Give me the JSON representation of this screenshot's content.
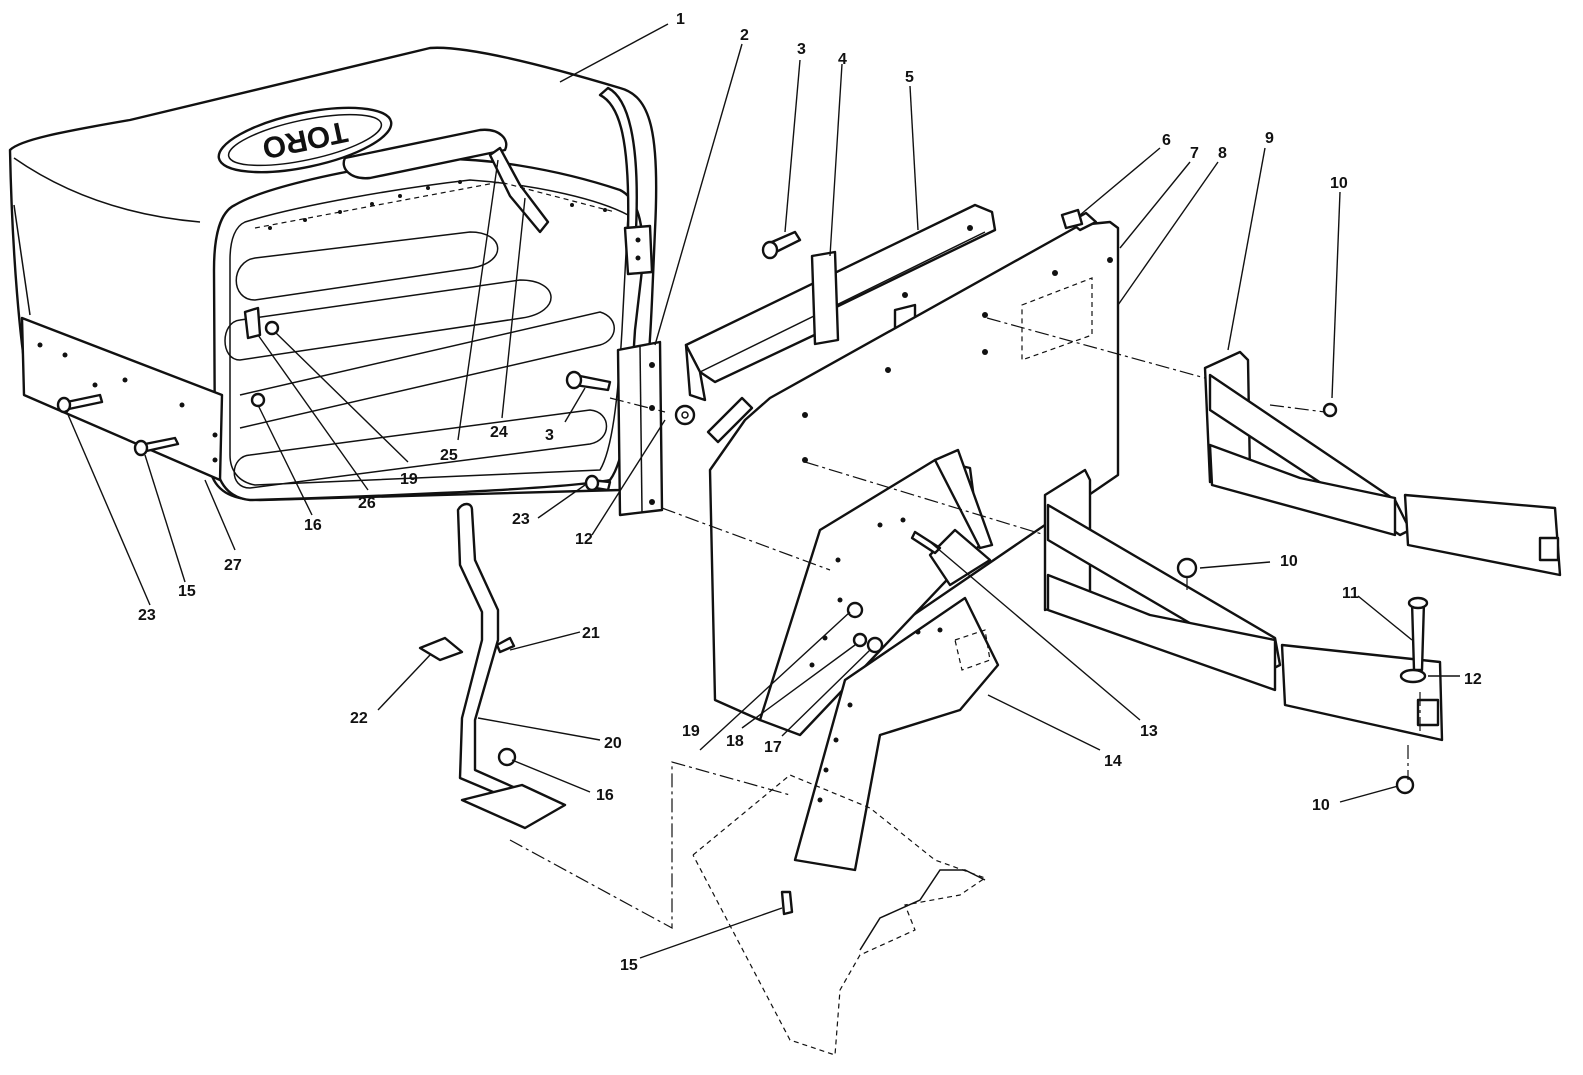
{
  "diagram": {
    "brand_mark": "TORO",
    "callouts": [
      {
        "id": "c1",
        "text": "1"
      },
      {
        "id": "c2",
        "text": "2"
      },
      {
        "id": "c3a",
        "text": "3"
      },
      {
        "id": "c3b",
        "text": "3"
      },
      {
        "id": "c4",
        "text": "4"
      },
      {
        "id": "c5",
        "text": "5"
      },
      {
        "id": "c6",
        "text": "6"
      },
      {
        "id": "c7",
        "text": "7"
      },
      {
        "id": "c8",
        "text": "8"
      },
      {
        "id": "c9",
        "text": "9"
      },
      {
        "id": "c10a",
        "text": "10"
      },
      {
        "id": "c10b",
        "text": "10"
      },
      {
        "id": "c10c",
        "text": "10"
      },
      {
        "id": "c11",
        "text": "11"
      },
      {
        "id": "c12a",
        "text": "12"
      },
      {
        "id": "c12b",
        "text": "12"
      },
      {
        "id": "c13",
        "text": "13"
      },
      {
        "id": "c14",
        "text": "14"
      },
      {
        "id": "c15a",
        "text": "15"
      },
      {
        "id": "c15b",
        "text": "15"
      },
      {
        "id": "c16a",
        "text": "16"
      },
      {
        "id": "c16b",
        "text": "16"
      },
      {
        "id": "c17",
        "text": "17"
      },
      {
        "id": "c18",
        "text": "18"
      },
      {
        "id": "c19a",
        "text": "19"
      },
      {
        "id": "c19b",
        "text": "19"
      },
      {
        "id": "c20",
        "text": "20"
      },
      {
        "id": "c21",
        "text": "21"
      },
      {
        "id": "c22",
        "text": "22"
      },
      {
        "id": "c23a",
        "text": "23"
      },
      {
        "id": "c23b",
        "text": "23"
      },
      {
        "id": "c24",
        "text": "24"
      },
      {
        "id": "c25",
        "text": "25"
      },
      {
        "id": "c26",
        "text": "26"
      },
      {
        "id": "c27",
        "text": "27"
      }
    ]
  }
}
